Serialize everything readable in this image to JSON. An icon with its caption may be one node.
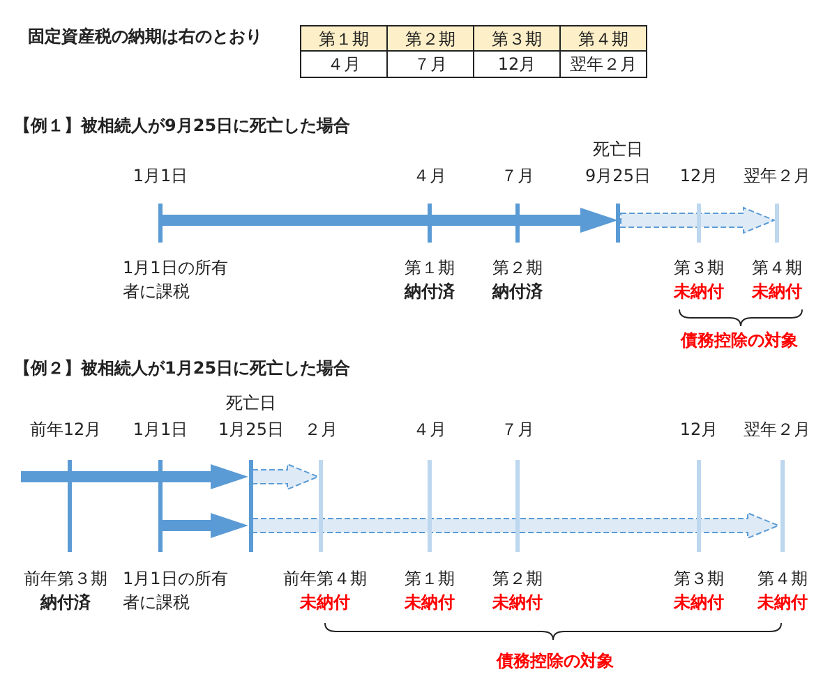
{
  "diagram": {
    "labels": [
      "固定資産税の納期は右のとおり",
      "第１期",
      "第２期",
      "第３期",
      "第４期",
      "４月",
      "７月",
      "12月",
      "翌年２月",
      "【例１】被相続人が9月25日に死亡した場合",
      "死亡日",
      "1月1日",
      "４月",
      "７月",
      "9月25日",
      "12月",
      "翌年２月",
      "1月1日の所有者に課税",
      "第１期",
      "納付済",
      "第２期",
      "納付済",
      "第３期",
      "未納付",
      "第４期",
      "未納付",
      "債務控除の対象",
      "【例２】被相続人が1月25日に死亡した場合",
      "死亡日",
      "前年12月",
      "1月1日",
      "1月25日",
      "２月",
      "４月",
      "７月",
      "12月",
      "翌年２月",
      "前年第３期",
      "納付済",
      "1月1日の所有者に課税",
      "前年第４期",
      "未納付",
      "第１期",
      "未納付",
      "第２期",
      "未納付",
      "第３期",
      "未納付",
      "第４期",
      "未納付",
      "債務控除の対象"
    ]
  }
}
